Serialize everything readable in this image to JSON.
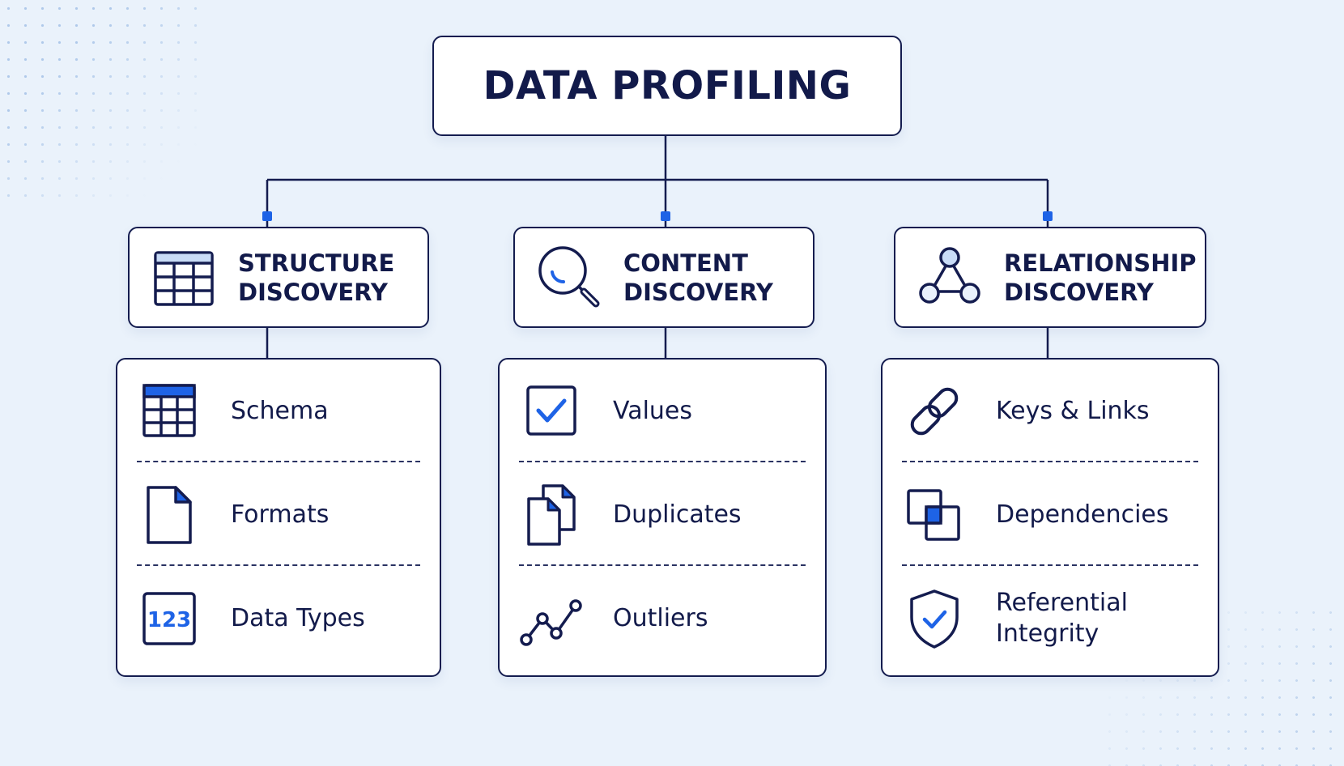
{
  "title": "DATA PROFILING",
  "colors": {
    "ink": "#121a4a",
    "accent": "#1e63e6",
    "background": "#eaf2fb",
    "card": "#ffffff"
  },
  "categories": [
    {
      "title_line1": "STRUCTURE",
      "title_line2": "DISCOVERY",
      "icon": "table-grid-icon",
      "items": [
        {
          "label": "Schema",
          "icon": "schema-table-icon"
        },
        {
          "label": "Formats",
          "icon": "document-icon"
        },
        {
          "label": "Data Types",
          "icon": "number-123-icon",
          "icon_text": "123"
        }
      ]
    },
    {
      "title_line1": "CONTENT",
      "title_line2": "DISCOVERY",
      "icon": "magnifier-icon",
      "items": [
        {
          "label": "Values",
          "icon": "checkbox-icon"
        },
        {
          "label": "Duplicates",
          "icon": "duplicate-documents-icon"
        },
        {
          "label": "Outliers",
          "icon": "line-trend-icon"
        }
      ]
    },
    {
      "title_line1": "RELATIONSHIP",
      "title_line2": "DISCOVERY",
      "icon": "network-triangle-icon",
      "items": [
        {
          "label": "Keys & Links",
          "icon": "chain-link-icon"
        },
        {
          "label": "Dependencies",
          "icon": "overlapping-squares-icon"
        },
        {
          "label_line1": "Referential",
          "label_line2": "Integrity",
          "icon": "shield-check-icon"
        }
      ]
    }
  ]
}
